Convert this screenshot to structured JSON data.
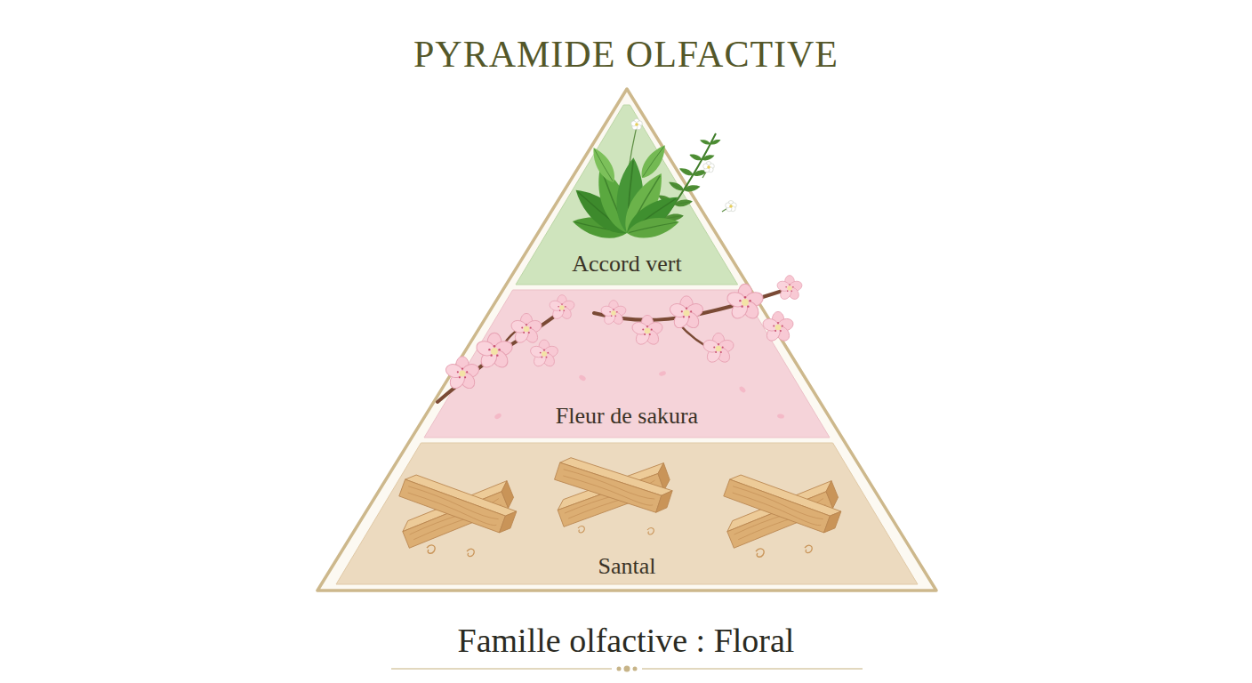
{
  "diagram": {
    "title": "PYRAMIDE OLFACTIVE",
    "caption": "Famille olfactive : Floral",
    "nodes": [
      {
        "text": [
          "Accord vert"
        ]
      },
      {
        "text": [
          "Fleur de sakura"
        ]
      },
      {
        "text": [
          "Santal"
        ]
      }
    ]
  }
}
